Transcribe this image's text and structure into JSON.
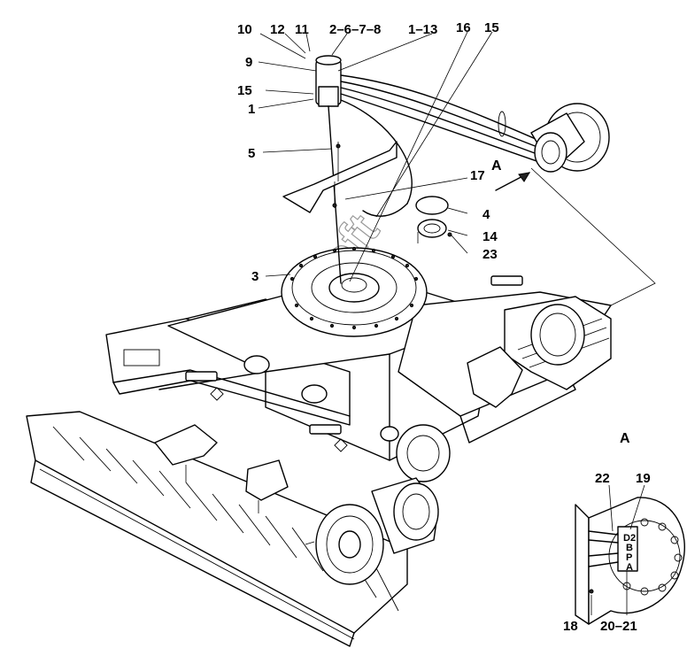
{
  "callouts": [
    {
      "id": "c10",
      "text": "10"
    },
    {
      "id": "c12",
      "text": "12"
    },
    {
      "id": "c11",
      "text": "11"
    },
    {
      "id": "c2678",
      "text": "2–6–7–8"
    },
    {
      "id": "c113",
      "text": "1–13"
    },
    {
      "id": "c16",
      "text": "16"
    },
    {
      "id": "c15top",
      "text": "15"
    },
    {
      "id": "c9",
      "text": "9"
    },
    {
      "id": "c15",
      "text": "15"
    },
    {
      "id": "c1",
      "text": "1"
    },
    {
      "id": "c5",
      "text": "5"
    },
    {
      "id": "c17",
      "text": "17"
    },
    {
      "id": "c4",
      "text": "4"
    },
    {
      "id": "c14",
      "text": "14"
    },
    {
      "id": "c23",
      "text": "23"
    },
    {
      "id": "c3",
      "text": "3"
    },
    {
      "id": "c22",
      "text": "22"
    },
    {
      "id": "c19",
      "text": "19"
    },
    {
      "id": "c18",
      "text": "18"
    },
    {
      "id": "c2021",
      "text": "20–21"
    }
  ],
  "view_marker": "A",
  "detail_view_label": "A",
  "ports": [
    "D2",
    "B",
    "P",
    "A"
  ],
  "watermark": "AutoSoft"
}
